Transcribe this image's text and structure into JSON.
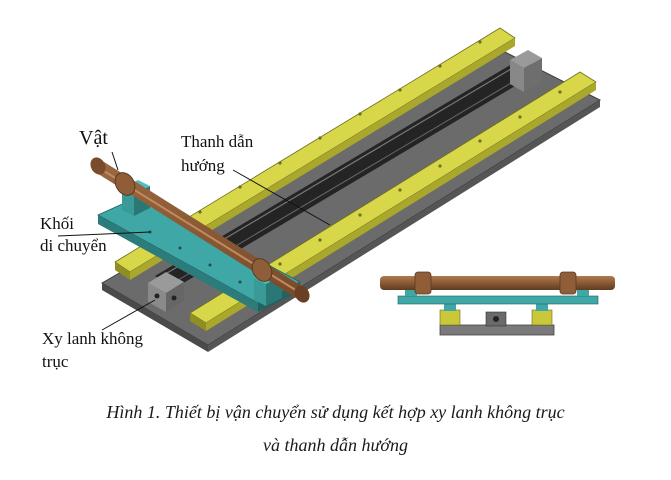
{
  "labels": {
    "object": "Vật",
    "guide_bar_line1": "Thanh dẫn",
    "guide_bar_line2": "hướng",
    "moving_block_line1": "Khối",
    "moving_block_line2": "di chuyển",
    "cylinder_line1": "Xy lanh không",
    "cylinder_line2": "trục"
  },
  "caption": {
    "line1": "Hình 1. Thiết bị vận chuyển sử dụng kết hợp xy lanh không trục",
    "line2": "và thanh dẫn hướng"
  },
  "colors": {
    "rail_yellow": "#c9c83a",
    "base_gray": "#6f6f6f",
    "rod_black": "#2a2a2a",
    "carriage_teal": "#3aa0a0",
    "pipe_brown": "#8a5a35"
  }
}
